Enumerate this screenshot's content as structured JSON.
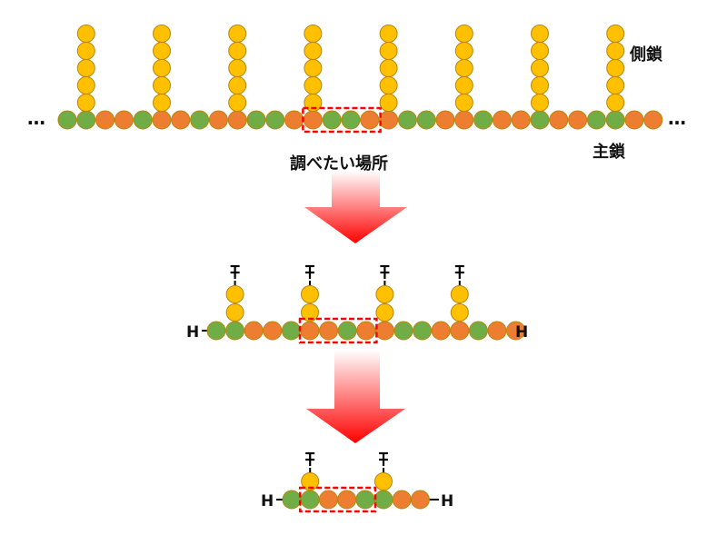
{
  "labels": {
    "side_chain": "側鎖",
    "main_chain": "主鎖",
    "target_site": "調べたい場所",
    "ellipsis": "…",
    "hydrogen": "H"
  },
  "colors": {
    "main_chain_green": "#70ad47",
    "main_chain_orange": "#ed7d31",
    "side_chain_yellow": "#ffc000",
    "bead_outline": "#b8860b",
    "highlight_box": "#ff0000",
    "arrow_top": "#ffffff",
    "arrow_bottom": "#ff0000"
  },
  "stage_1": {
    "main_chain_pattern": "GGOOGOOGOOGGOOGGOOGGOOGOOGOOGGOO",
    "side_chain_length": 5,
    "side_chain_count": 8,
    "highlighted_beads": 4
  },
  "stage_2": {
    "main_chain_pattern": "GGOOGOOGOOGGOOGOO",
    "side_chain_length": 2,
    "side_chain_count": 4,
    "highlighted_beads": 4
  },
  "stage_3": {
    "main_chain_pattern": "GGOOGGOO",
    "side_chain_length": 1,
    "side_chain_count": 2,
    "highlighted_beads": 4
  }
}
